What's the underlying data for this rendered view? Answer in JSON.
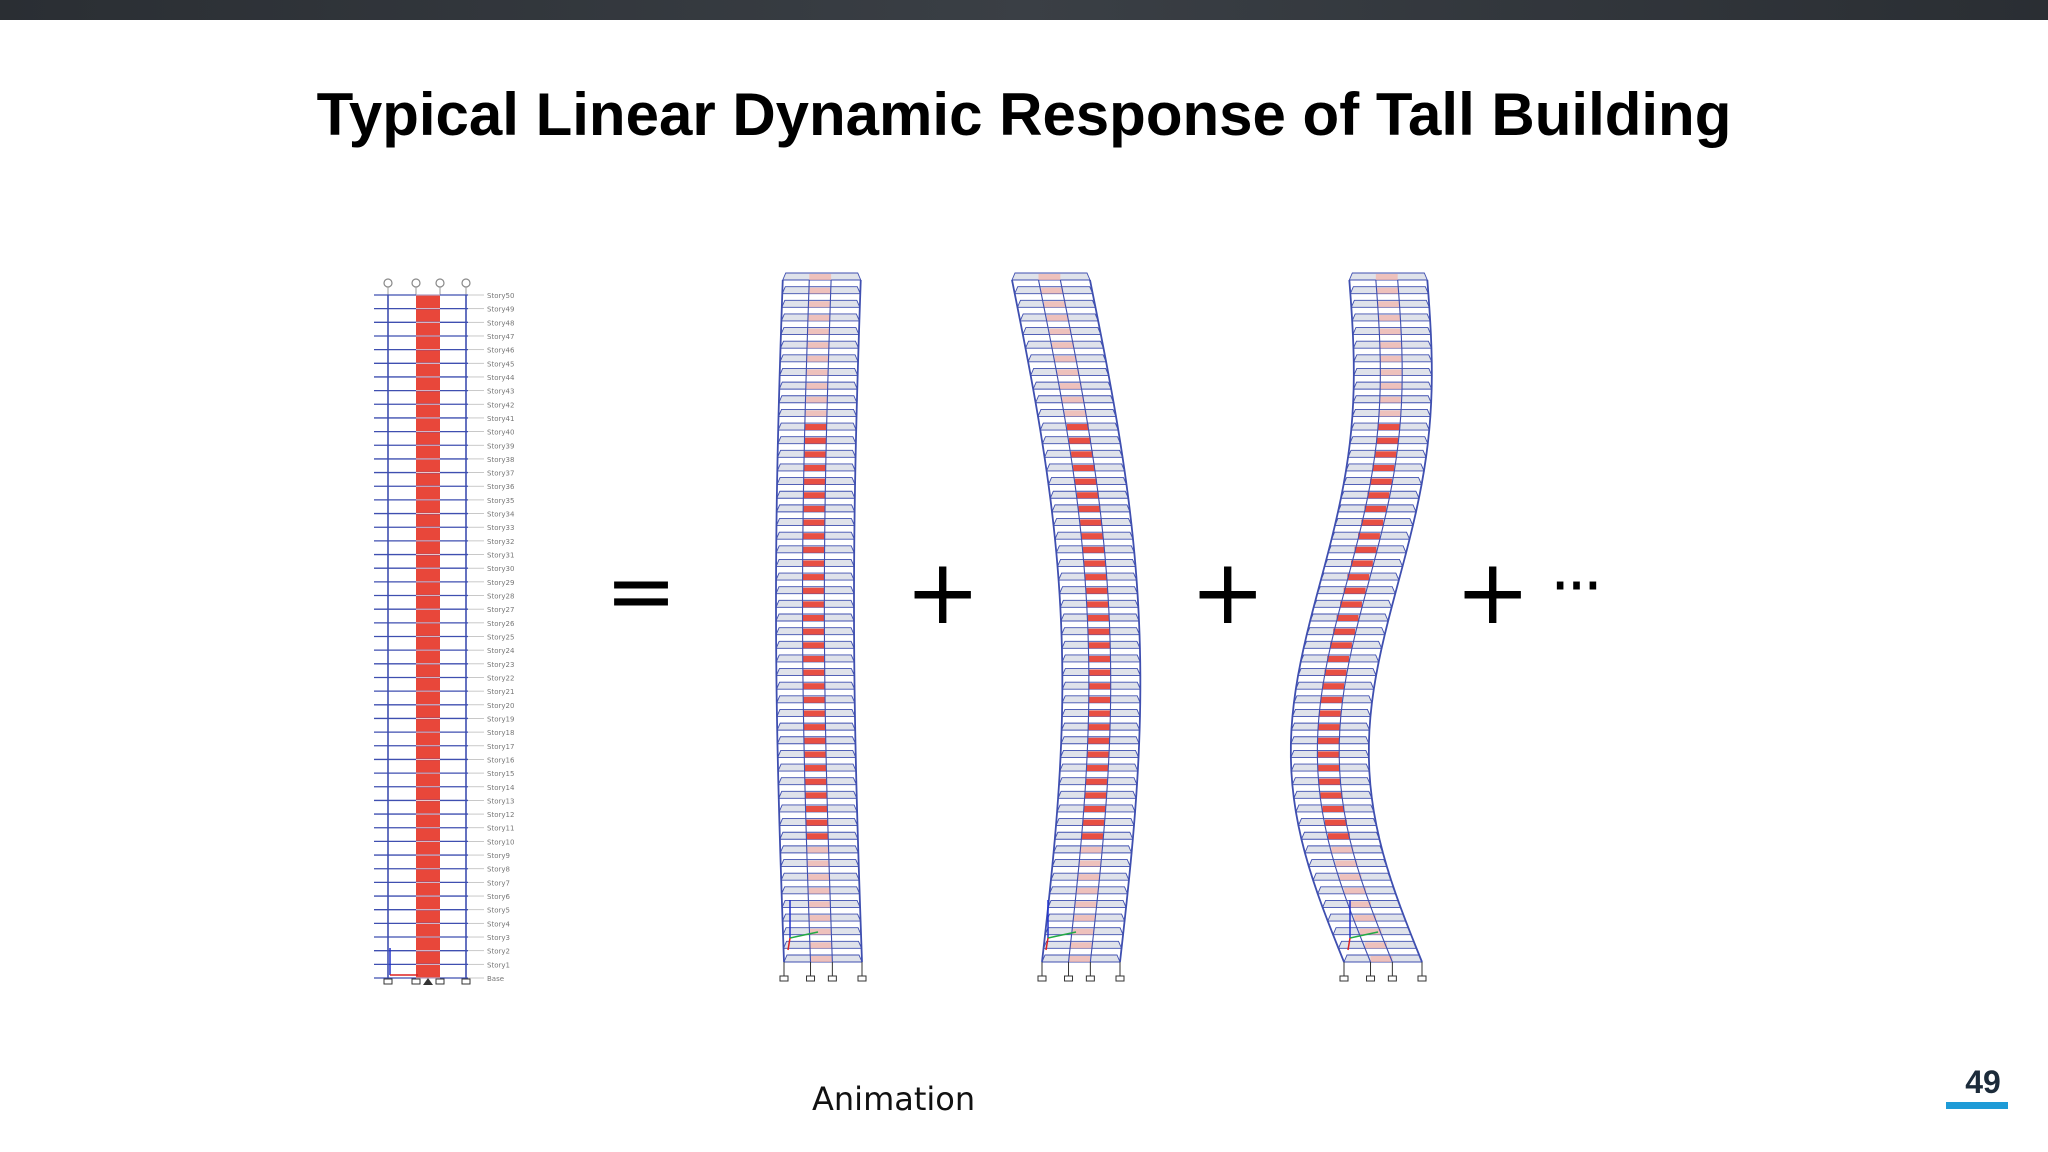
{
  "slide": {
    "title": "Typical Linear Dynamic Response of Tall Building",
    "caption": "Animation",
    "page_number": "49"
  },
  "operators": {
    "equals": "=",
    "plus_1": "+",
    "plus_2": "+",
    "plus_3": "+",
    "ellipsis": "···"
  },
  "story_labels": [
    "Story50",
    "Story49",
    "Story48",
    "Story47",
    "Story46",
    "Story45",
    "Story44",
    "Story43",
    "Story42",
    "Story41",
    "Story40",
    "Story39",
    "Story38",
    "Story37",
    "Story36",
    "Story35",
    "Story34",
    "Story33",
    "Story32",
    "Story31",
    "Story30",
    "Story29",
    "Story28",
    "Story27",
    "Story26",
    "Story25",
    "Story24",
    "Story23",
    "Story22",
    "Story21",
    "Story20",
    "Story19",
    "Story18",
    "Story17",
    "Story16",
    "Story15",
    "Story14",
    "Story13",
    "Story12",
    "Story11",
    "Story10",
    "Story9",
    "Story8",
    "Story7",
    "Story6",
    "Story5",
    "Story4",
    "Story3",
    "Story2",
    "Story1",
    "Base"
  ],
  "colors": {
    "frame": "#3f4fb0",
    "core": "#e8473a",
    "core_light": "#f3b3a8",
    "floor_fill": "#dfe2ea",
    "accent": "#1e9bd7"
  }
}
